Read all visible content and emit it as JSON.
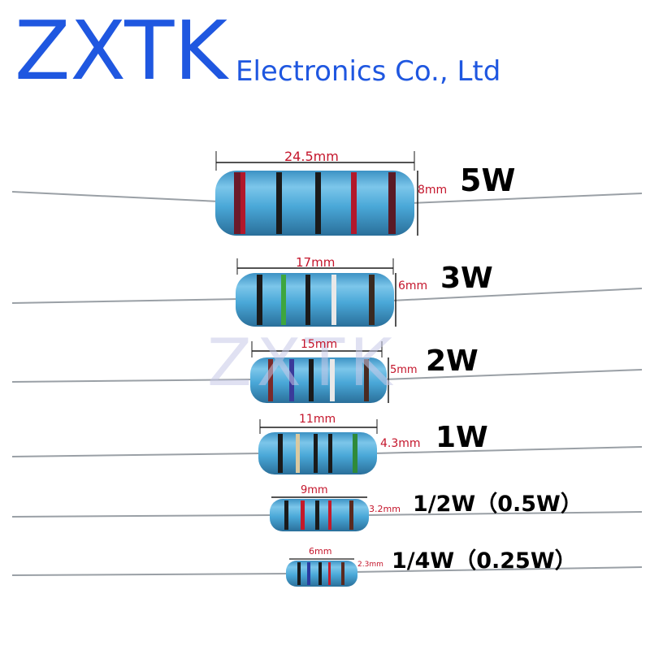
{
  "header": {
    "brand": "ZXTK",
    "subtitle": "Electronics Co., Ltd"
  },
  "watermark": "ZXTK",
  "resistors": [
    {
      "length": "24.5mm",
      "diameter": "8mm",
      "power": "5W"
    },
    {
      "length": "17mm",
      "diameter": "6mm",
      "power": "3W"
    },
    {
      "length": "15mm",
      "diameter": "5mm",
      "power": "2W"
    },
    {
      "length": "11mm",
      "diameter": "4.3mm",
      "power": "1W"
    },
    {
      "length": "9mm",
      "diameter": "3.2mm",
      "power": "1/2W（0.5W）"
    },
    {
      "length": "6mm",
      "diameter": "2.3mm",
      "power": "1/4W（0.25W）"
    }
  ],
  "colors": {
    "brand_blue": "#1f57e0",
    "body_blue": "#4aa8d8",
    "dimension_red": "#c4152b"
  }
}
